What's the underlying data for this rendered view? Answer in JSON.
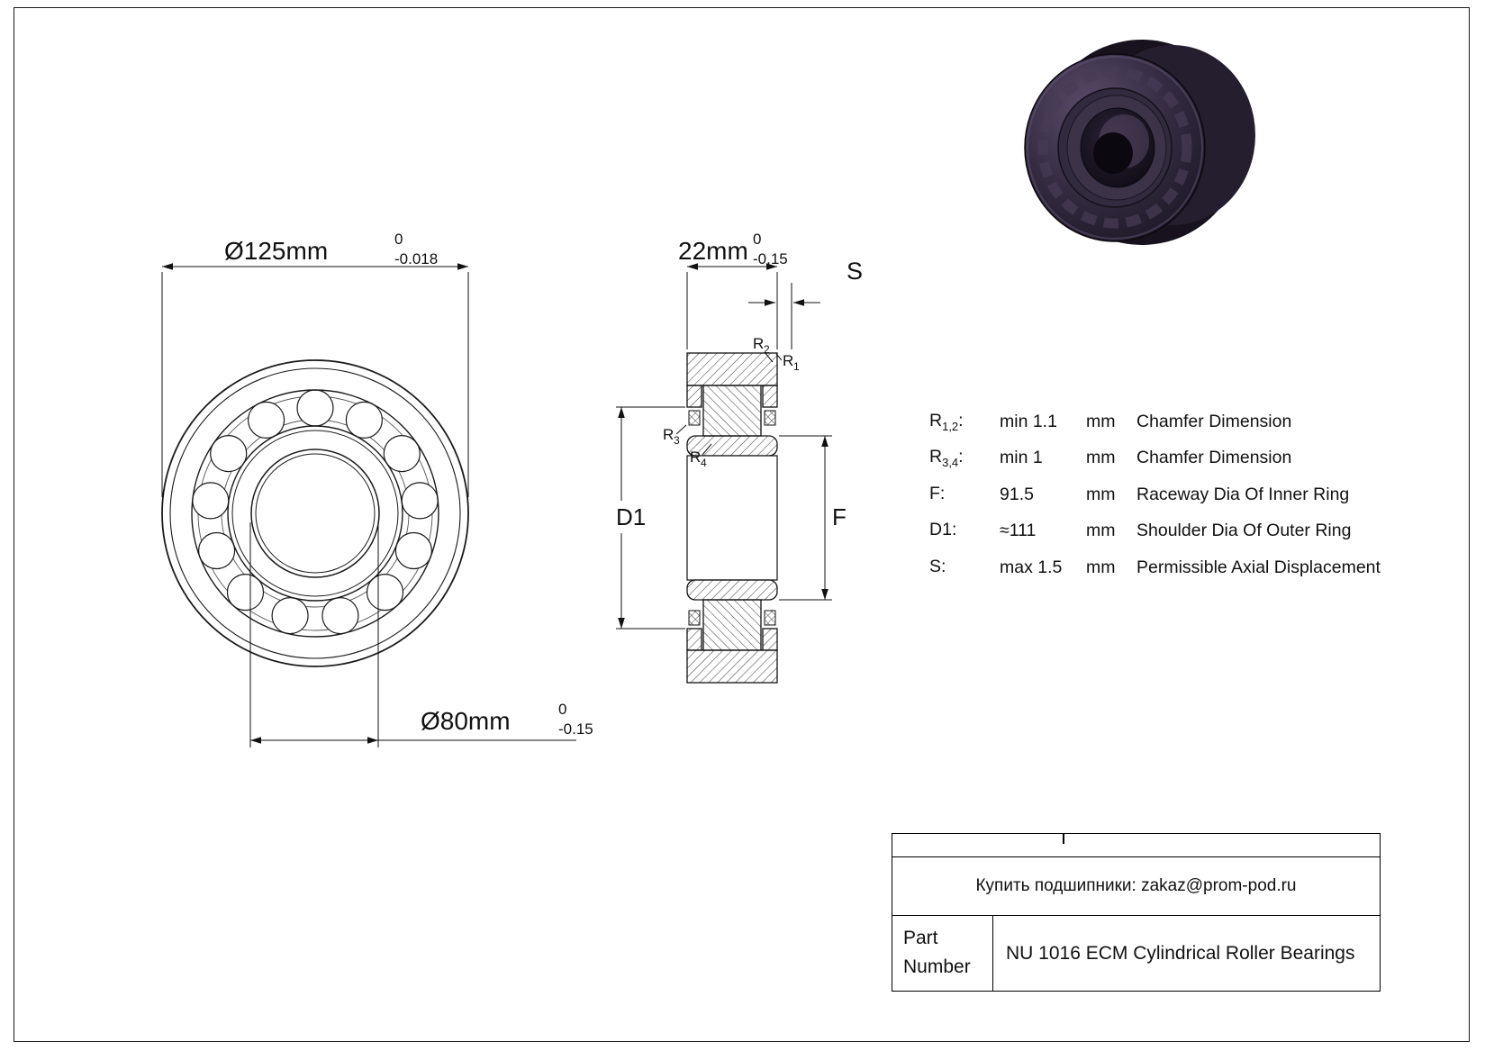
{
  "drawing": {
    "dim_od": {
      "main": "Ø125mm",
      "upper": "0",
      "lower": "-0.018"
    },
    "dim_bore": {
      "main": "Ø80mm",
      "upper": "0",
      "lower": "-0.15"
    },
    "dim_width": {
      "main": "22mm",
      "upper": "0",
      "lower": "-0.15"
    },
    "labels": {
      "s": "S",
      "d1": "D1",
      "f": "F",
      "r_base": "R",
      "r1_sub": "1",
      "r2_sub": "2",
      "r3_sub": "3",
      "r4_sub": "4"
    }
  },
  "spec_table": {
    "rows": [
      {
        "sym": "R",
        "sub": "1,2",
        "colon": ":",
        "value": "min 1.1",
        "unit": "mm",
        "desc": "Chamfer Dimension"
      },
      {
        "sym": "R",
        "sub": "3,4",
        "colon": ":",
        "value": "min 1",
        "unit": "mm",
        "desc": "Chamfer Dimension"
      },
      {
        "sym": "F",
        "sub": "",
        "colon": ":",
        "value": "91.5",
        "unit": "mm",
        "desc": "Raceway Dia Of Inner Ring"
      },
      {
        "sym": "D1",
        "sub": "",
        "colon": ":",
        "value": "≈111",
        "unit": "mm",
        "desc": "Shoulder Dia Of Outer Ring"
      },
      {
        "sym": "S",
        "sub": "",
        "colon": ":",
        "value": "max 1.5",
        "unit": "mm",
        "desc": "Permissible Axial Displacement"
      }
    ]
  },
  "title_block": {
    "contact": "Купить подшипники: zakaz@prom-pod.ru",
    "part_label_1": "Part",
    "part_label_2": "Number",
    "part_name": "NU 1016 ECM Cylindrical Roller Bearings"
  }
}
